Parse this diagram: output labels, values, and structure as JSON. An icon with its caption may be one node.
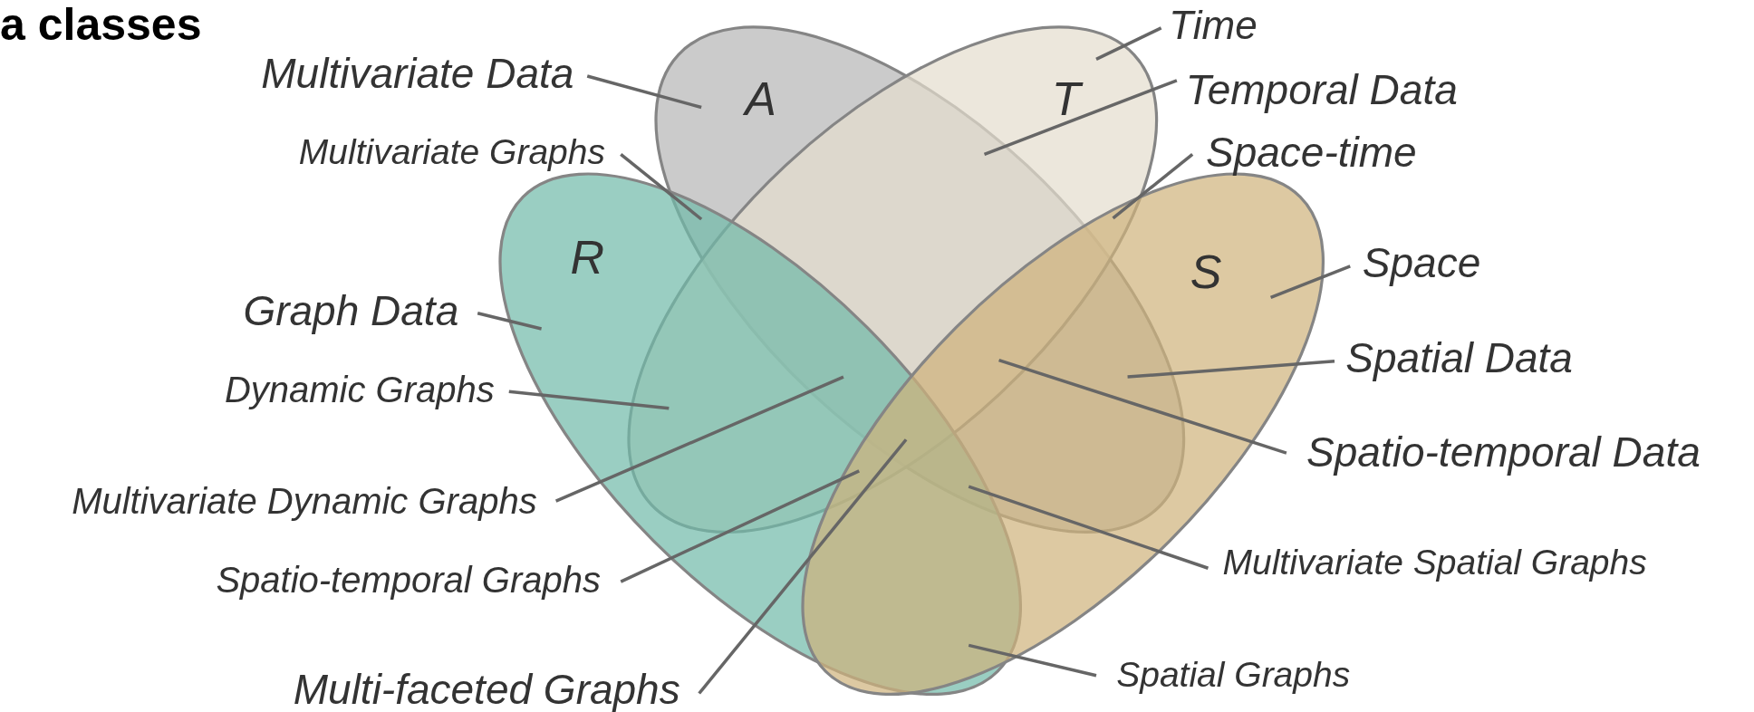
{
  "diagram": {
    "title": "a classes",
    "nodes": [
      {
        "text": [
          "A"
        ]
      },
      {
        "text": [
          "T"
        ]
      },
      {
        "text": [
          "R"
        ]
      },
      {
        "text": [
          "S"
        ]
      },
      {
        "text": [
          "Multivariate Data"
        ]
      },
      {
        "text": [
          "Multivariate Graphs"
        ]
      },
      {
        "text": [
          "Time"
        ]
      },
      {
        "text": [
          "Temporal Data"
        ]
      },
      {
        "text": [
          "Space-time"
        ]
      },
      {
        "text": [
          "Graph Data"
        ]
      },
      {
        "text": [
          "Space"
        ]
      },
      {
        "text": [
          "Dynamic Graphs"
        ]
      },
      {
        "text": [
          "Spatial Data"
        ]
      },
      {
        "text": [
          "Multivariate Dynamic Graphs"
        ]
      },
      {
        "text": [
          "Spatio-temporal Data"
        ]
      },
      {
        "text": [
          "Spatio-temporal Graphs"
        ]
      },
      {
        "text": [
          "Multivariate Spatial Graphs"
        ]
      },
      {
        "text": [
          "Multi-faceted Graphs"
        ]
      },
      {
        "text": [
          "Spatial Graphs"
        ]
      }
    ],
    "edges": [
      {
        "from": 4,
        "to": 0,
        "arrow": "none"
      },
      {
        "from": 5,
        "to": 0,
        "arrow": "none"
      },
      {
        "from": 6,
        "to": 1,
        "arrow": "none"
      },
      {
        "from": 7,
        "to": 0,
        "arrow": "none"
      },
      {
        "from": 8,
        "to": 1,
        "arrow": "none"
      },
      {
        "from": 9,
        "to": 2,
        "arrow": "none"
      },
      {
        "from": 10,
        "to": 3,
        "arrow": "none"
      },
      {
        "from": 11,
        "to": 1,
        "arrow": "none"
      },
      {
        "from": 12,
        "to": 0,
        "arrow": "none"
      },
      {
        "from": 13,
        "to": 0,
        "arrow": "none"
      },
      {
        "from": 14,
        "to": 0,
        "arrow": "none"
      },
      {
        "from": 15,
        "to": 1,
        "arrow": "none"
      },
      {
        "from": 16,
        "to": 0,
        "arrow": "none"
      },
      {
        "from": 17,
        "to": 0,
        "arrow": "none"
      },
      {
        "from": 18,
        "to": 2,
        "arrow": "none"
      }
    ]
  }
}
